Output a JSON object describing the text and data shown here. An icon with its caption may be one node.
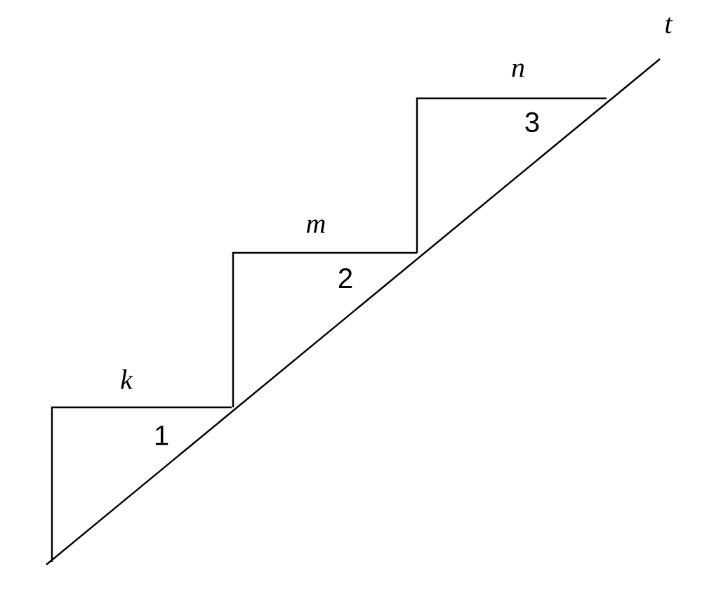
{
  "diagram": {
    "nodes": [
      {
        "text": [
          "1"
        ],
        "beside": [
          "k"
        ]
      },
      {
        "text": [
          "2"
        ],
        "beside": [
          "m"
        ]
      },
      {
        "text": [
          "3"
        ],
        "beside": [
          "n"
        ]
      }
    ],
    "labels": [
      "t"
    ]
  }
}
